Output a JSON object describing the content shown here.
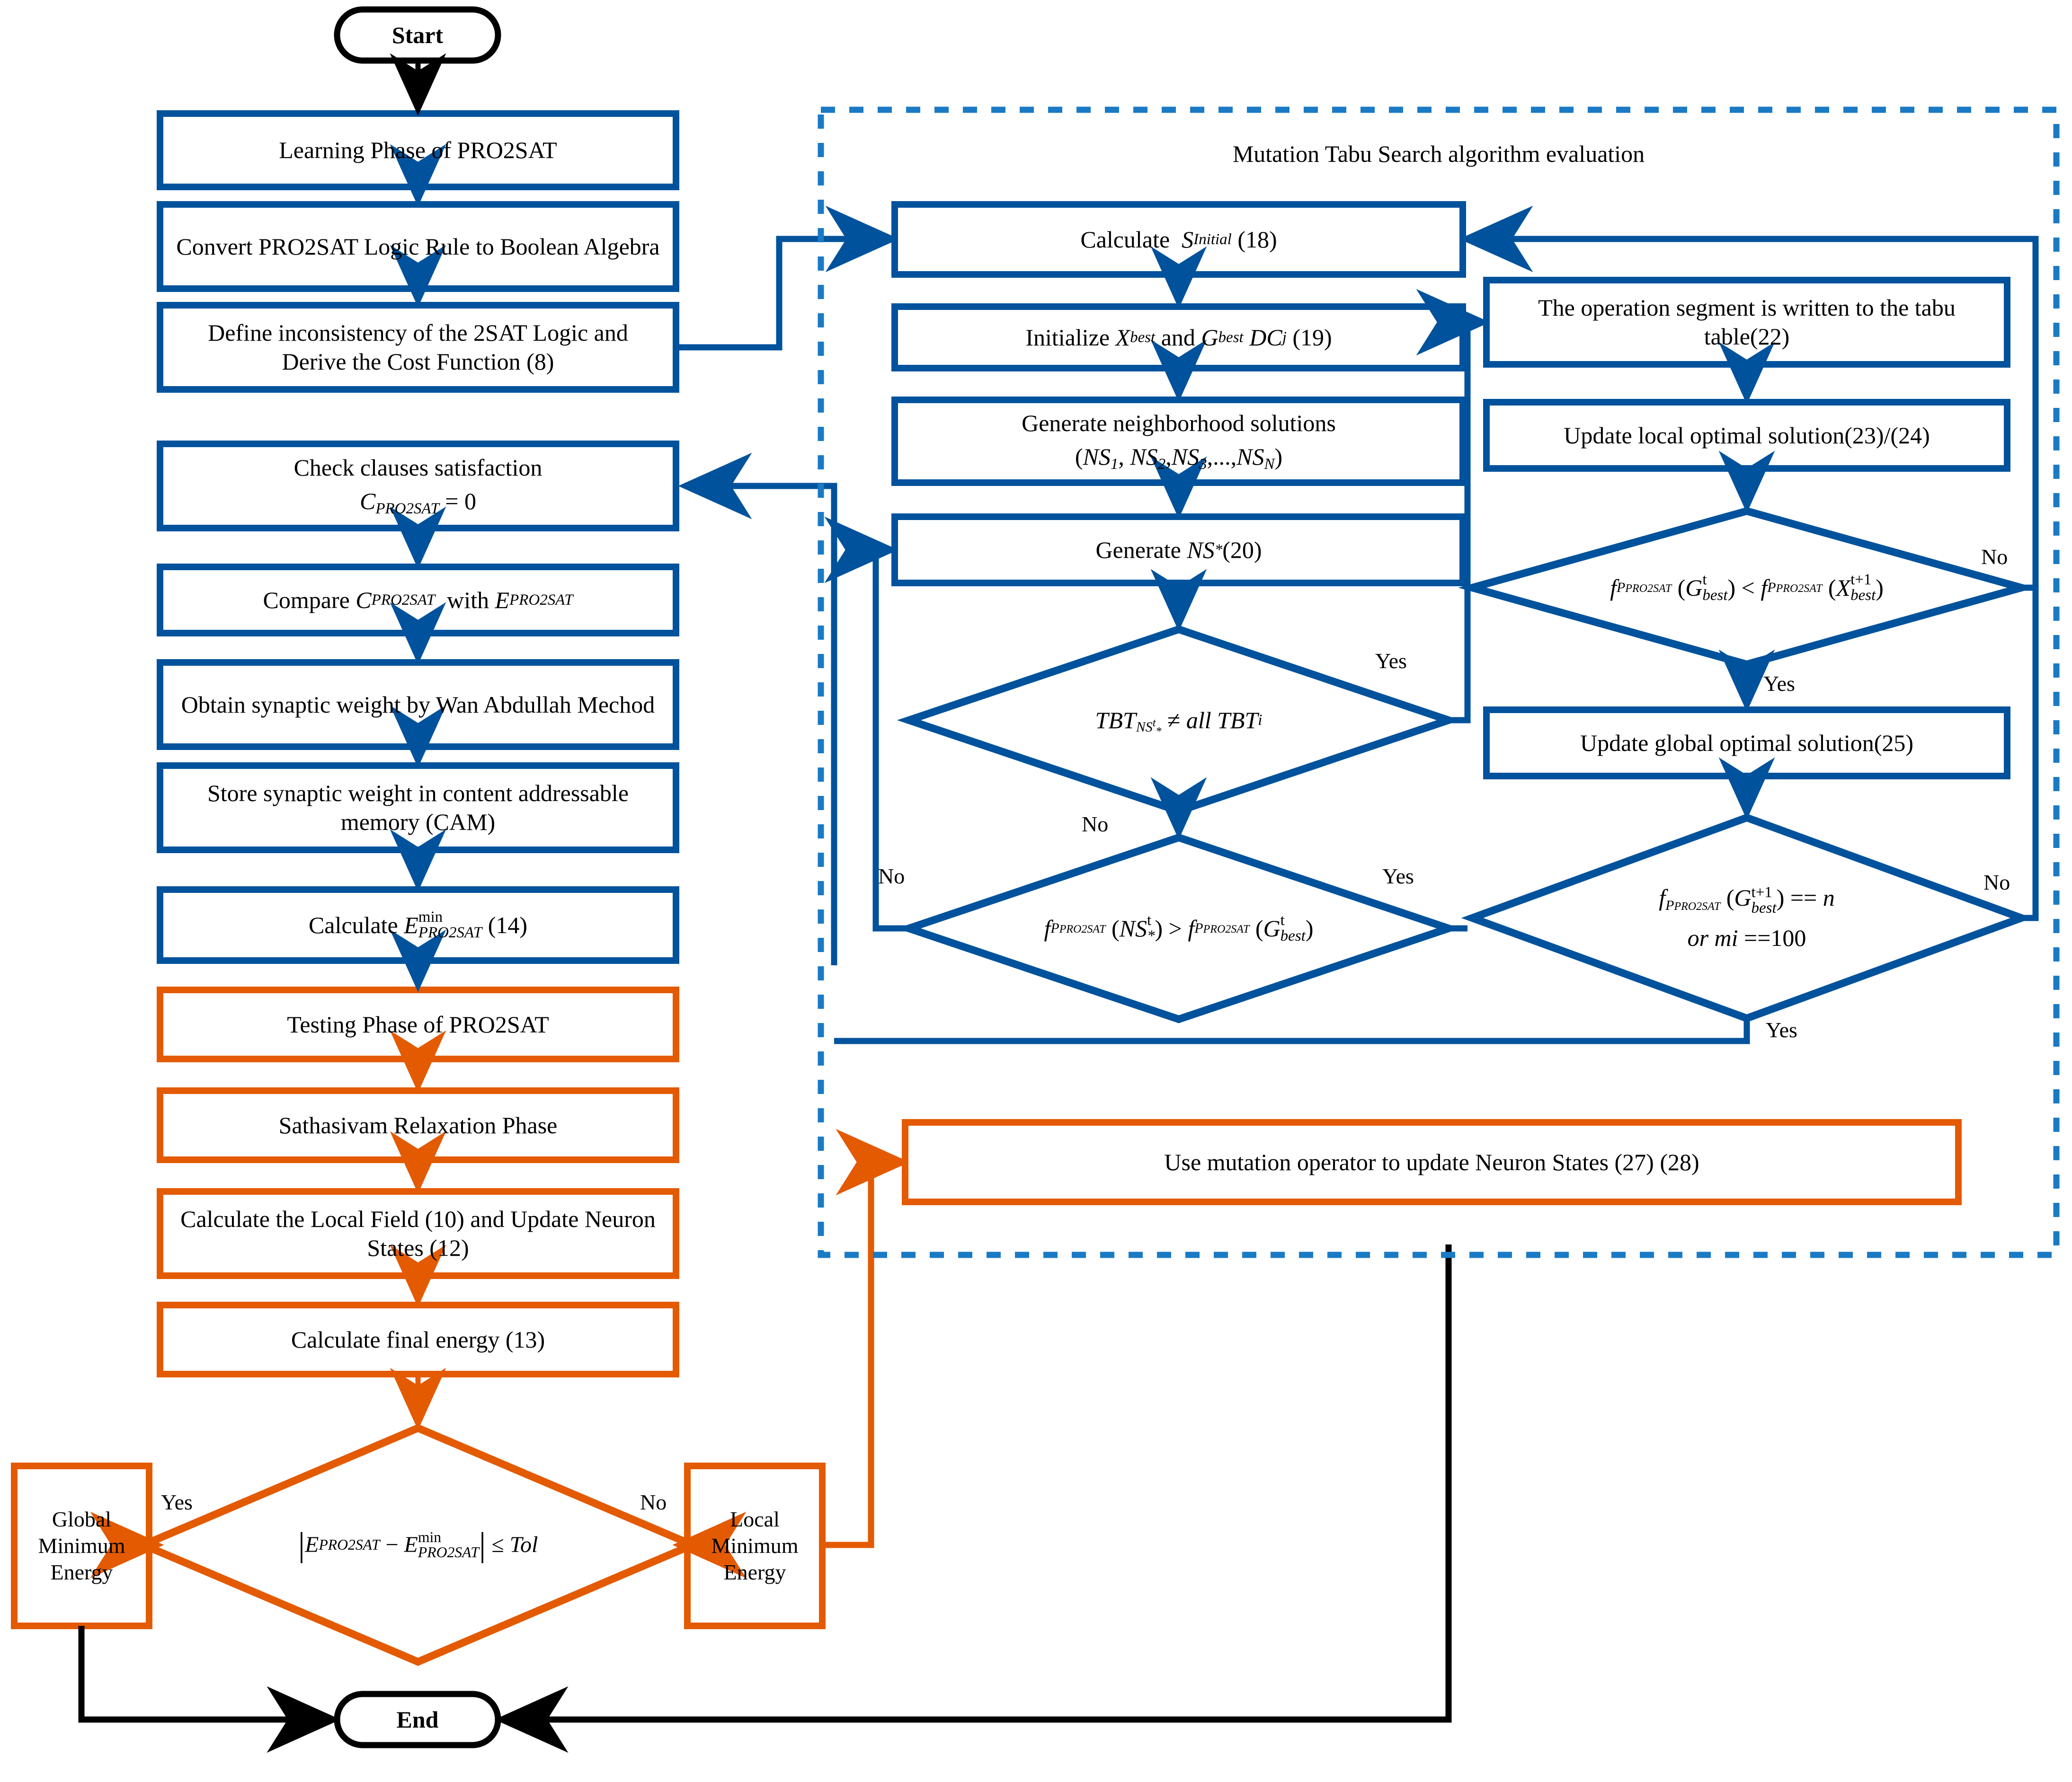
{
  "diagram": {
    "title": "PRO2SAT with Mutation Tabu Search flowchart",
    "colors": {
      "blue": "#00529c",
      "orange": "#e35a00",
      "black": "#000000",
      "white": "#ffffff"
    },
    "region_label": "Mutation Tabu Search algorithm evaluation"
  },
  "terminators": {
    "start": "Start",
    "end": "End"
  },
  "left_column": {
    "boxes": [
      {
        "id": "learning-phase",
        "label": "Learning Phase of  PRO2SAT",
        "color": "blue"
      },
      {
        "id": "convert-logic-rule",
        "label": "Convert PRO2SAT Logic Rule to Boolean Algebra",
        "color": "blue"
      },
      {
        "id": "define-inconsistency",
        "label": "Define inconsistency of the 2SAT Logic and Derive the Cost Function (8)",
        "color": "blue"
      },
      {
        "id": "check-clauses",
        "label": "Check clauses satisfaction",
        "label2": "C_PRO2SAT = 0",
        "color": "blue"
      },
      {
        "id": "compare-cost-energy",
        "label": "Compare C_PRO2SAT with E_PRO2SAT",
        "color": "blue"
      },
      {
        "id": "obtain-synaptic-weight",
        "label": "Obtain synaptic weight by Wan Abdullah Mechod",
        "color": "blue"
      },
      {
        "id": "store-synaptic-weight",
        "label": "Store synaptic weight in content addressable memory (CAM)",
        "color": "blue"
      },
      {
        "id": "calculate-emin",
        "label": "Calculate E_PRO2SAT^min (14)",
        "color": "blue"
      },
      {
        "id": "testing-phase",
        "label": "Testing Phase of PRO2SAT",
        "color": "orange"
      },
      {
        "id": "sathasivam-relaxation",
        "label": "Sathasivam Relaxation Phase",
        "color": "orange"
      },
      {
        "id": "local-field-update",
        "label": "Calculate the Local Field (10) and Update Neuron States (12)",
        "color": "orange"
      },
      {
        "id": "final-energy",
        "label": "Calculate final energy (13)",
        "color": "orange"
      }
    ],
    "decision": {
      "id": "energy-tolerance",
      "label": "|E_PRO2SAT - E_PRO2SAT^min| <= Tol",
      "color": "orange",
      "yes": "Yes",
      "no": "No"
    },
    "global_min": "Global Minimum Energy",
    "local_min": "Local Minimum Energy"
  },
  "tabu_region": {
    "boxes": [
      {
        "id": "calculate-s-initial",
        "label": "Calculate  S_Initial (18)",
        "color": "blue"
      },
      {
        "id": "initialize-xbest-gbest",
        "label": "Initialize X_best and G_best DC_j (19)",
        "color": "blue"
      },
      {
        "id": "generate-neighborhood",
        "label": "Generate neighborhood solutions (NS_1, NS_2, NS_3,...,NS_N)",
        "color": "blue"
      },
      {
        "id": "generate-ns-star",
        "label": "Generate NS_*(20)",
        "color": "blue"
      },
      {
        "id": "write-tabu-table",
        "label": "The operation segment is written to the tabu table(22)",
        "color": "blue"
      },
      {
        "id": "update-local-optimal",
        "label": "Update local optimal solution(23)/(24)",
        "color": "blue"
      },
      {
        "id": "update-global-optimal",
        "label": "Update global optimal solution(25)",
        "color": "blue"
      },
      {
        "id": "mutation-operator",
        "label": "Use mutation operator to update Neuron States (27) (28)",
        "color": "orange"
      }
    ],
    "decisions": [
      {
        "id": "tbt-not-in-tabu",
        "label": "TBT_NS*^t != all TBT_i",
        "yes": "Yes",
        "no": "No"
      },
      {
        "id": "fitness-ns-vs-gbest",
        "label": "f_P_PRO2SAT (NS_*^t) > f_P_PRO2SAT (G_best^t)",
        "yes": "Yes",
        "no": "No"
      },
      {
        "id": "fitness-gbest-vs-xbest",
        "label": "f_P_PRO2SAT (G_best^t) < f_P_PRO2SAT (X_best^{t+1})",
        "yes": "Yes",
        "no": "No"
      },
      {
        "id": "termination-check",
        "label": "f_P_PRO2SAT (G_best^{t+1}) == n  or mi == 100",
        "yes": "Yes",
        "no": "No"
      }
    ]
  },
  "edge_labels": {
    "yes": "Yes",
    "no": "No"
  }
}
